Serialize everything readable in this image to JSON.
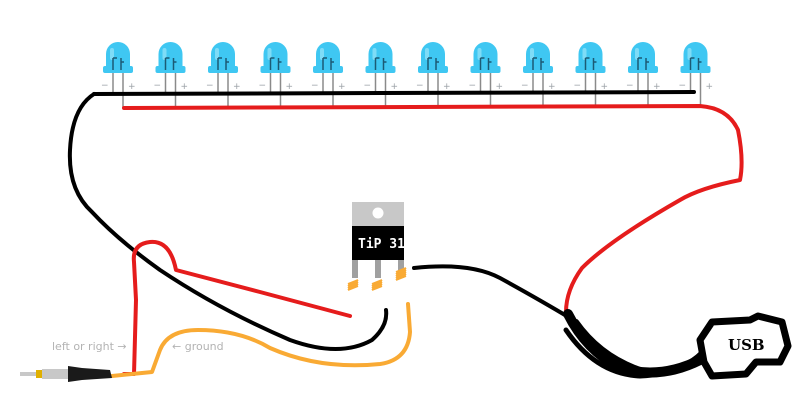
{
  "colors": {
    "positive_wire": "#e51c1c",
    "negative_wire": "#000000",
    "signal_wire": "#f9aa34",
    "led_body": "#3fc7f2",
    "led_body_highlight": "#7fdcf7",
    "transistor_tab": "#c8c8c8",
    "transistor_body": "#000000",
    "transistor_leg": "#a0a0a0",
    "annotation_text": "#b3b3b3",
    "jack_metal": "#c8c8c8",
    "jack_gold": "#e0b000"
  },
  "leds": {
    "count": 12,
    "minus_label": "−",
    "plus_label": "+",
    "icon": "led-icon"
  },
  "transistor": {
    "label": "TiP 31",
    "icon": "transistor-icon"
  },
  "usb": {
    "label": "USB",
    "icon": "usb-plug-icon"
  },
  "audio_jack": {
    "icon": "audio-jack-icon"
  },
  "annotations": {
    "left_or_right": "left or right →",
    "ground": "← ground"
  }
}
